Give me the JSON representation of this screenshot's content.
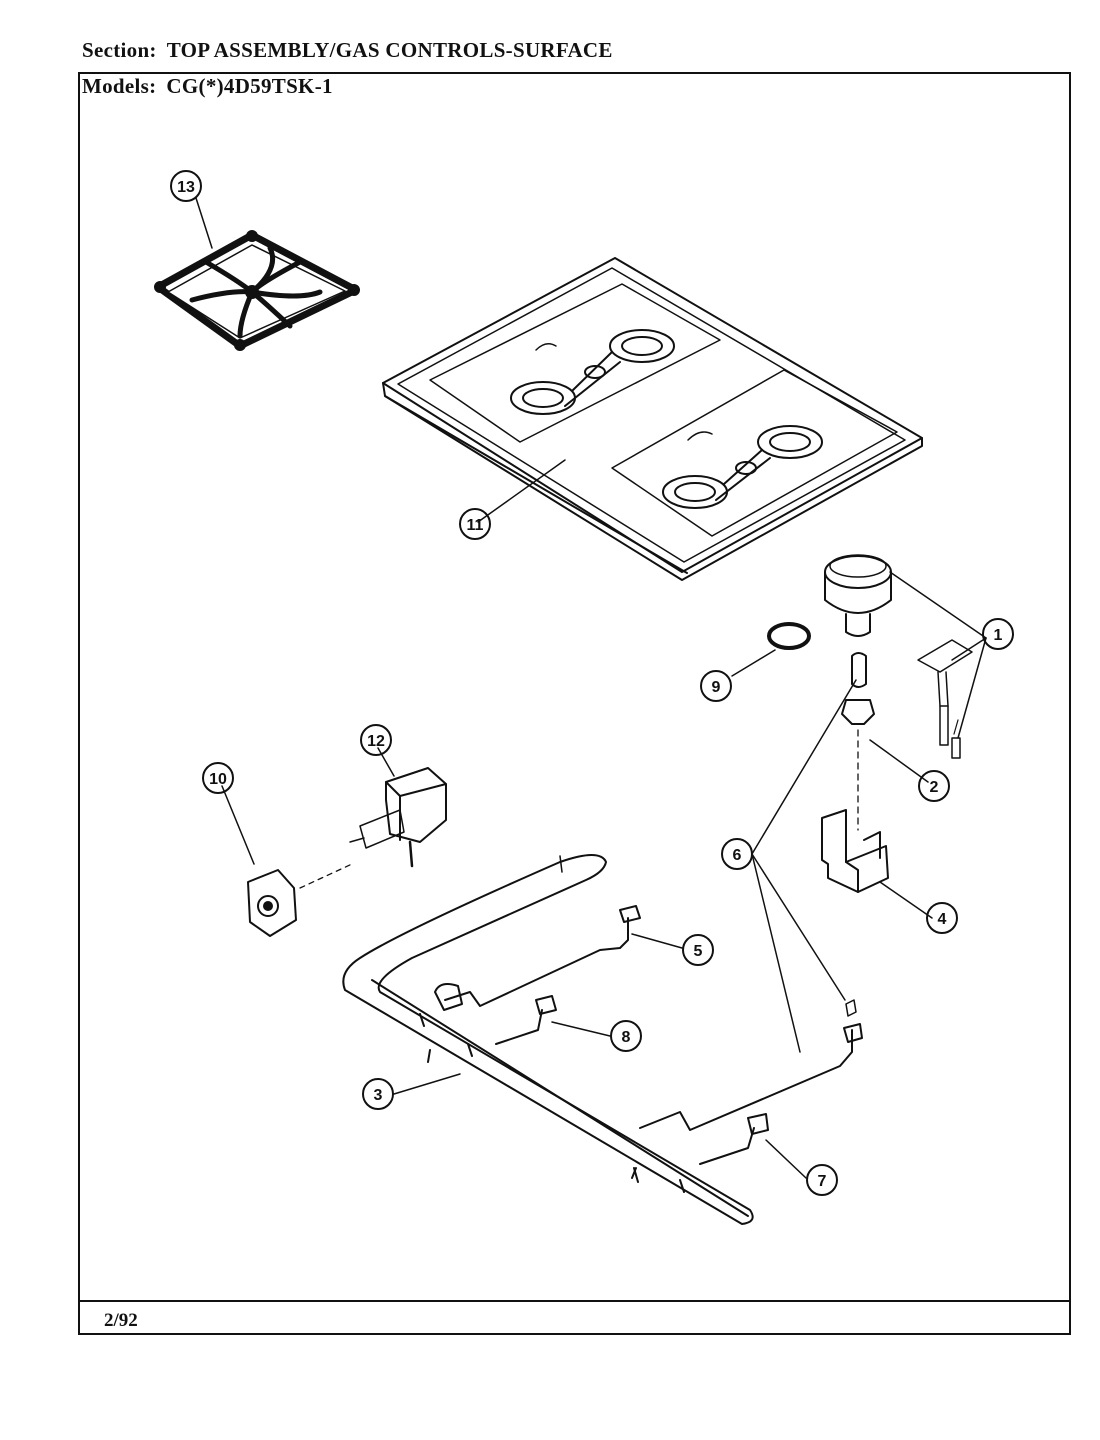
{
  "header": {
    "section_label": "Section:",
    "section_value": "TOP ASSEMBLY/GAS CONTROLS-SURFACE",
    "models_label": "Models:",
    "models_value": "CG(*)4D59TSK-1"
  },
  "footer": {
    "date": "2/92"
  },
  "callouts": {
    "c1": "1",
    "c2": "2",
    "c3": "3",
    "c4": "4",
    "c5": "5",
    "c6": "6",
    "c7": "7",
    "c8": "8",
    "c9": "9",
    "c10": "10",
    "c11": "11",
    "c12": "12",
    "c13": "13"
  },
  "colors": {
    "ink": "#111111",
    "paper": "#ffffff"
  }
}
